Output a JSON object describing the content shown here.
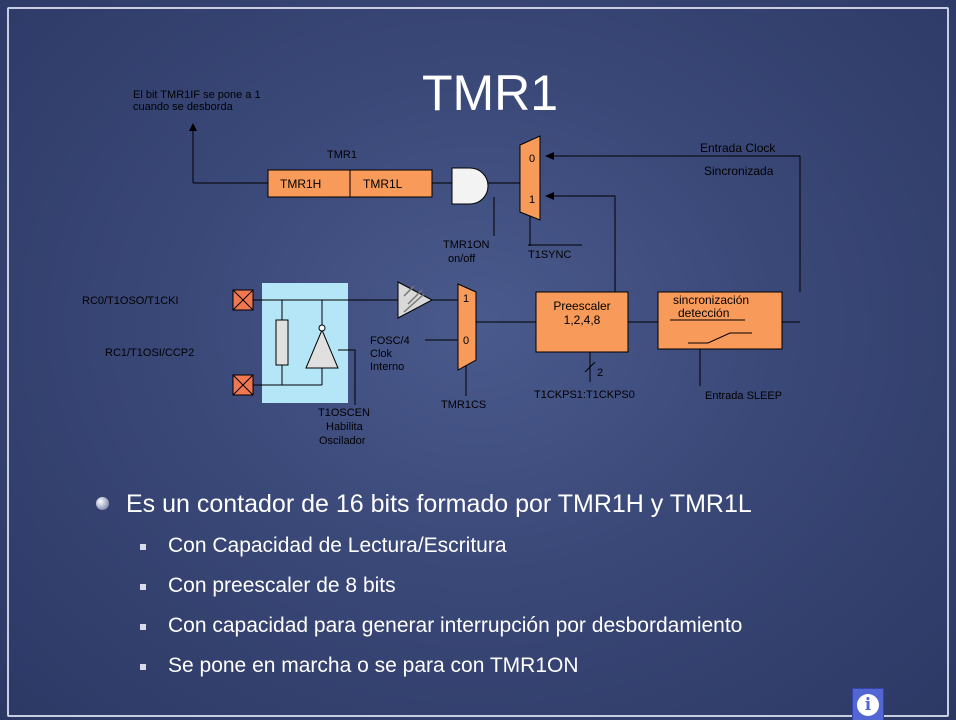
{
  "slide": {
    "title": "TMR1",
    "overflow_note": "El bit TMR1IF se pone a 1 cuando se desborda",
    "overflow_note_lines": [
      "El bit TMR1IF se pone a 1",
      "cuando se desborda"
    ],
    "bullets": {
      "main": "Es un contador de 16 bits formado por TMR1H y TMR1L",
      "subs": [
        "Con Capacidad de Lectura/Escritura",
        "Con preescaler de 8 bits",
        "Con capacidad para generar interrupción por desbordamiento",
        "Se pone en marcha o se para con TMR1ON"
      ]
    }
  },
  "diagram": {
    "tmr1_label": "TMR1",
    "tmr1h": "TMR1H",
    "tmr1l": "TMR1L",
    "tmr1on": "TMR1ON",
    "on_off": "on/off",
    "t1sync": "T1SYNC",
    "entrada_clock": "Entrada Clock",
    "sincronizada": "Sincronizada",
    "mux_top_0": "0",
    "mux_top_1": "1",
    "rc0": "RC0/T1OSO/T1CKI",
    "rc1": "RC1/T1OSI/CCP2",
    "t1oscen": "T1OSCEN",
    "habilita": "Habilita",
    "oscilador": "Oscilador",
    "fosc": "FOSC/4",
    "clok": "Clok",
    "interno": "Interno",
    "mux_mid_1": "1",
    "mux_mid_0": "0",
    "tmr1cs": "TMR1CS",
    "preescaler": "Preescaler",
    "preescaler_vals": "1,2,4,8",
    "bus_width": "2",
    "t1ckps": "T1CKPS1:T1CKPS0",
    "sync_det": "sincronización",
    "deteccion": "detección",
    "entrada_sleep": "Entrada SLEEP"
  },
  "colors": {
    "block_fill": "#f79a5a",
    "osc_fill": "#b4e6f7",
    "pin_fill": "#f07850",
    "line": "#000000",
    "text_dark": "#000000"
  },
  "icons": {
    "bullet": "sphere-bullet-icon",
    "sub_bullet": "square-bullet-icon",
    "info": "info-icon"
  }
}
